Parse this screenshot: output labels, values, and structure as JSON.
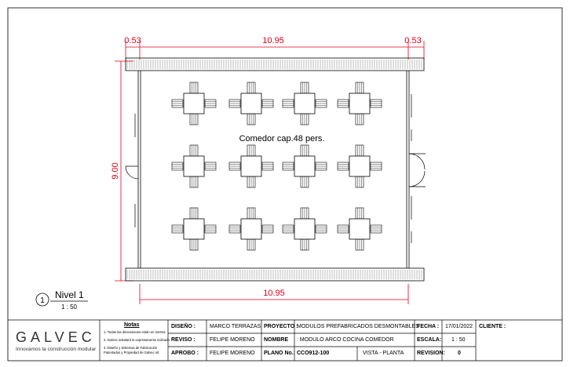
{
  "drawing": {
    "room_label": "Comedor cap.48 pers.",
    "dimensions": {
      "top_left": "0.53",
      "top_center": "10.95",
      "top_right": "0.53",
      "left": "9.00",
      "bottom": "10.95"
    },
    "table_count": 12,
    "chairs_per_table": 4,
    "colors": {
      "dimension": "#e0001a",
      "line": "#000000"
    }
  },
  "view": {
    "number": "1",
    "name": "Nivel 1",
    "scale": "1 : 50"
  },
  "title_block": {
    "logo": "GALVEC",
    "tagline": "Innovamos la construcción modular",
    "notes_title": "Notas",
    "notes": [
      "1.-Todas las dimensiones están en metros.",
      "2.-Galvec instalará lo expresamente indicado.",
      "3.-Diseño y Sistemas de Fabricación Patentados y Propiedad de Galvec srl."
    ],
    "diseno_label": "DISEÑO :",
    "diseno_value": "MARCO TERRAZAS",
    "reviso_label": "REVISO :",
    "reviso_value": "FELIPE MORENO",
    "aprobo_label": "APROBO :",
    "aprobo_value": "FELIPE MORENO",
    "proyecto_label": "PROYECTO :",
    "proyecto_value": "MODULOS PREFABRICADOS DESMONTABLES",
    "nombre_label": "NOMBRE",
    "nombre_value": ": MODULO ARCO COCINA COMEDOR",
    "plano_label": "PLANO No.:",
    "plano_value": "CCO912-100",
    "vista_value": "VISTA - PLANTA",
    "fecha_label": "FECHA :",
    "fecha_value": "17/01/2022",
    "escala_label": "ESCALA:",
    "escala_value": "1 : 50",
    "revision_label": "REVISION:",
    "revision_value": "0",
    "cliente_label": "CLIENTE :"
  }
}
